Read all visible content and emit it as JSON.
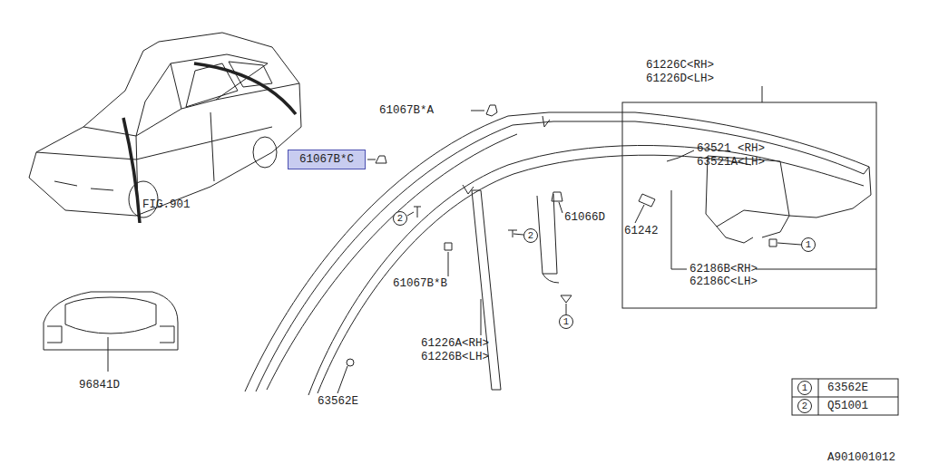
{
  "diagram": {
    "nodes": [
      {
        "text": [
          "61067B*C"
        ]
      },
      {
        "text": [
          "2"
        ]
      },
      {
        "text": [
          "2"
        ]
      },
      {
        "text": [
          "1"
        ]
      },
      {
        "text": [
          "1"
        ]
      },
      {
        "text": [
          "1"
        ]
      },
      {
        "text": [
          "2"
        ]
      }
    ],
    "labels": [
      "FIG.901",
      "61067B*A",
      "61226C<RH>",
      "61226D<LH>",
      "63521 <RH>",
      "63521A<LH>",
      "61066D",
      "61242",
      "62186B<RH>",
      "62186C<LH>",
      "61067B*B",
      "61226A<RH>",
      "61226B<LH>",
      "96841D",
      "63562E",
      "63562E",
      "Q51001",
      "A901001012"
    ]
  }
}
